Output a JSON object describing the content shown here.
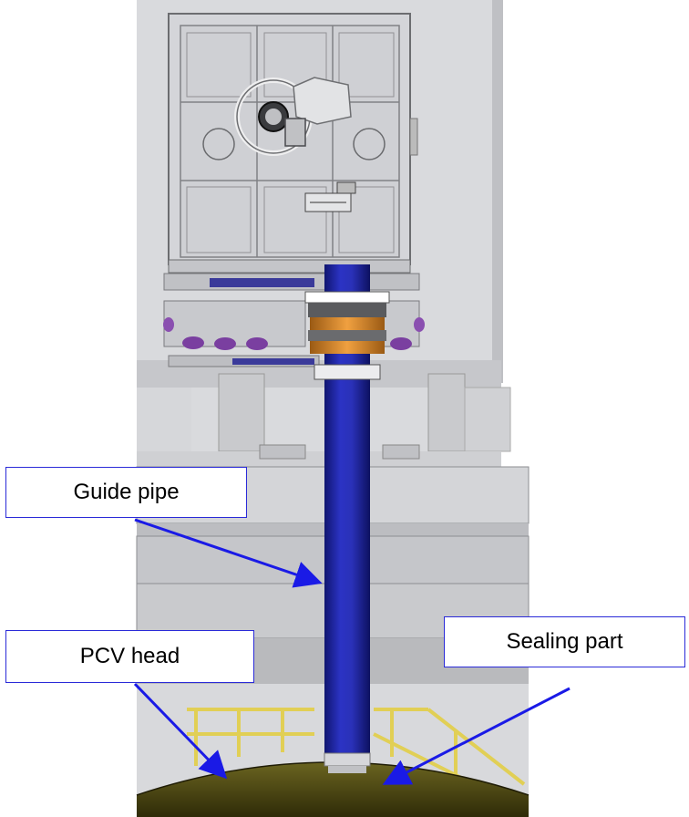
{
  "labels": {
    "guide_pipe": "Guide pipe",
    "pcv_head": "PCV head",
    "sealing_part": "Sealing part"
  },
  "colors": {
    "background": "#ffffff",
    "structure_light": "#d4d5d8",
    "structure_mid": "#c3c4c8",
    "structure_dark": "#a8a9ad",
    "guide_pipe": "#1f25a8",
    "seal_ring": "#d98a2a",
    "pcv_head": "#4a4410",
    "railing": "#e1cf55",
    "arrow": "#1a1ae6",
    "callout_border": "#2a2ad8"
  },
  "icons": {
    "wheel": "handwheel-icon",
    "purple_rollers": "roller-icon"
  }
}
